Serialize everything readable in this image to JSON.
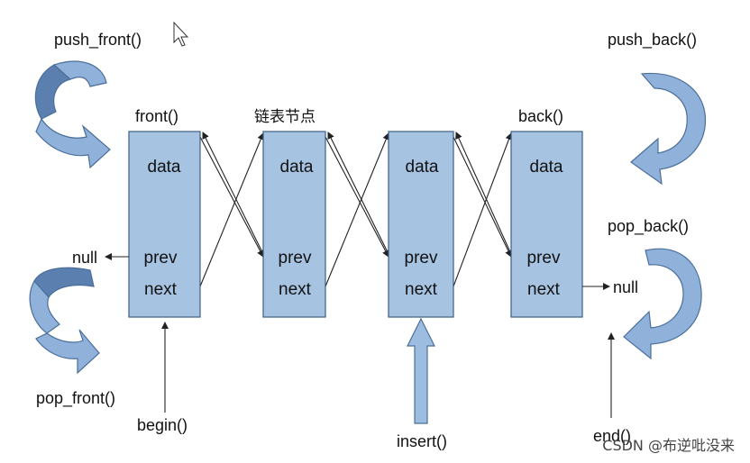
{
  "labels": {
    "push_front": "push_front()",
    "push_back": "push_back()",
    "front": "front()",
    "node_caption": "链表节点",
    "back": "back()",
    "pop_back": "pop_back()",
    "pop_front": "pop_front()",
    "null_left": "null",
    "null_right": "null",
    "begin": "begin()",
    "insert": "insert()",
    "end": "end()"
  },
  "nodes": [
    {
      "data": "data",
      "prev": "prev",
      "next": "next"
    },
    {
      "data": "data",
      "prev": "prev",
      "next": "next"
    },
    {
      "data": "data",
      "prev": "prev",
      "next": "next"
    },
    {
      "data": "data",
      "prev": "prev",
      "next": "next"
    }
  ],
  "watermark": "CSDN @布逆吡没来",
  "colors": {
    "node_fill": "#a7c3e2",
    "node_border": "#3b5f86",
    "curved_arrow": "#8fb1da"
  }
}
